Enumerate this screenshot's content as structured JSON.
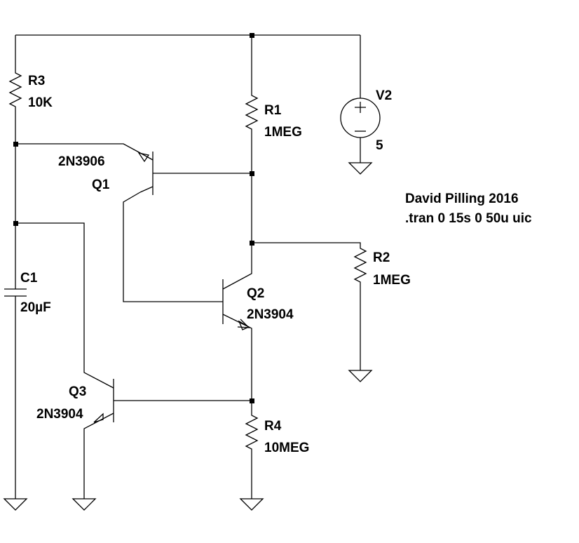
{
  "schematic": {
    "components": {
      "r3": {
        "name": "R3",
        "value": "10K"
      },
      "r1": {
        "name": "R1",
        "value": "1MEG"
      },
      "r2": {
        "name": "R2",
        "value": "1MEG"
      },
      "r4": {
        "name": "R4",
        "value": "10MEG"
      },
      "c1": {
        "name": "C1",
        "value": "20µF"
      },
      "v2": {
        "name": "V2",
        "value": "5"
      },
      "q1": {
        "name": "Q1",
        "model": "2N3906"
      },
      "q2": {
        "name": "Q2",
        "model": "2N3904"
      },
      "q3": {
        "name": "Q3",
        "model": "2N3904"
      }
    },
    "annotation": {
      "author": "David Pilling 2016",
      "directive": ".tran 0 15s 0 50u uic"
    }
  }
}
